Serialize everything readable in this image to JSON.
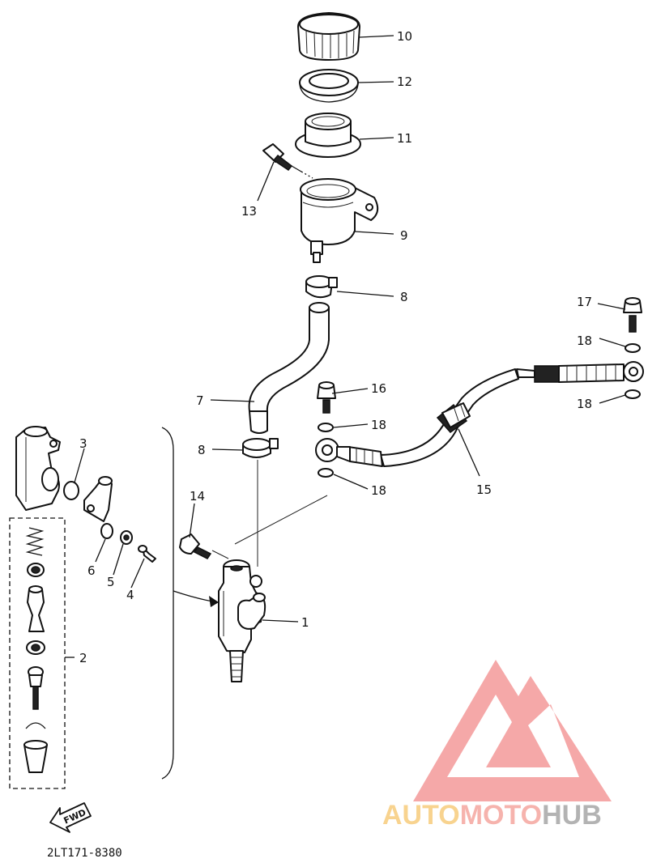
{
  "callouts": [
    {
      "id": "c10",
      "label": "10"
    },
    {
      "id": "c12",
      "label": "12"
    },
    {
      "id": "c11",
      "label": "11"
    },
    {
      "id": "c13",
      "label": "13"
    },
    {
      "id": "c9",
      "label": "9"
    },
    {
      "id": "c8a",
      "label": "8"
    },
    {
      "id": "c7",
      "label": "7"
    },
    {
      "id": "c8b",
      "label": "8"
    },
    {
      "id": "c17",
      "label": "17"
    },
    {
      "id": "c18a",
      "label": "18"
    },
    {
      "id": "c18b",
      "label": "18"
    },
    {
      "id": "c16",
      "label": "16"
    },
    {
      "id": "c18c",
      "label": "18"
    },
    {
      "id": "c18d",
      "label": "18"
    },
    {
      "id": "c15",
      "label": "15"
    },
    {
      "id": "c3",
      "label": "3"
    },
    {
      "id": "c14",
      "label": "14"
    },
    {
      "id": "c6",
      "label": "6"
    },
    {
      "id": "c5",
      "label": "5"
    },
    {
      "id": "c4",
      "label": "4"
    },
    {
      "id": "c1",
      "label": "1"
    },
    {
      "id": "c2",
      "label": "2"
    }
  ],
  "fwd_label": "FWD",
  "diagram_code": "2LT171-8380",
  "watermark": {
    "word_part1": "AUTO",
    "word_part2": "MOTO",
    "word_part3": "HUB",
    "color_part1": "#f6c56a",
    "color_part2": "#f49a92",
    "color_part3": "#9a9a9a",
    "logo_color": "#f28b8b"
  }
}
